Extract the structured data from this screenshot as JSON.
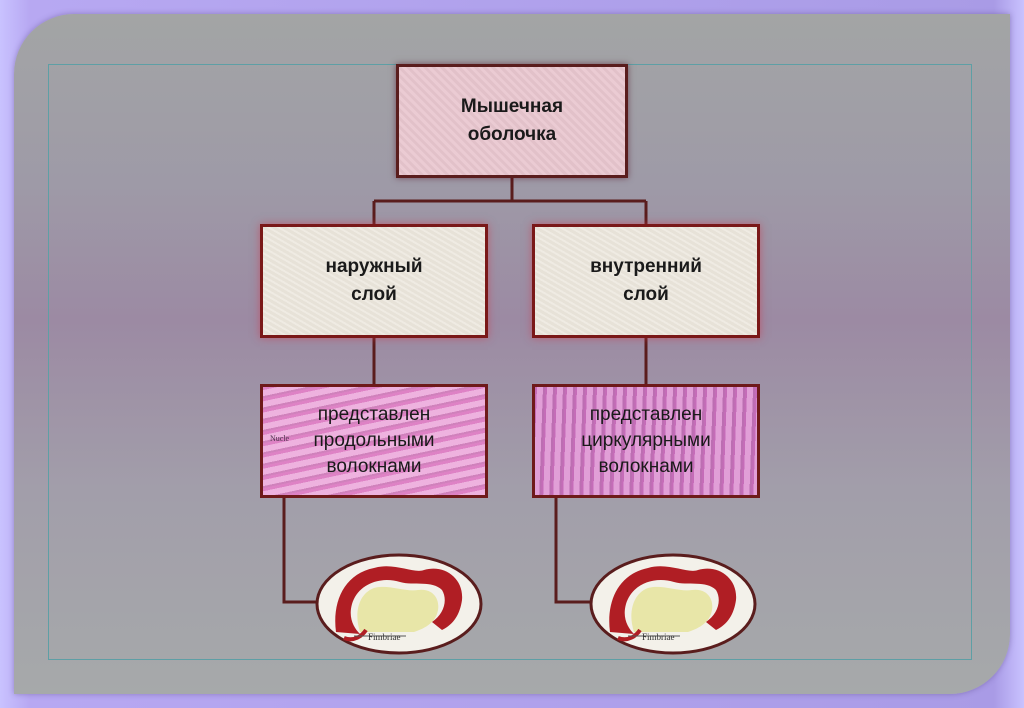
{
  "diagram": {
    "root": {
      "label_line1": "Мышечная",
      "label_line2": "оболочка"
    },
    "outer_layer": {
      "label_line1": "наружный",
      "label_line2": "слой"
    },
    "inner_layer": {
      "label_line1": "внутренний",
      "label_line2": "слой"
    },
    "outer_fibers": {
      "line1": "представлен",
      "line2": "продольными",
      "line3": "волокнами",
      "micro_label": "Nucle"
    },
    "inner_fibers": {
      "line1": "представлен",
      "line2": "циркулярными",
      "line3": "волокнами"
    },
    "cross_section_label": "Fimbriae"
  },
  "colors": {
    "connector": "#5a1d1d",
    "muscle_wall": "#b01e24",
    "lumen": "#e8e6a8"
  }
}
